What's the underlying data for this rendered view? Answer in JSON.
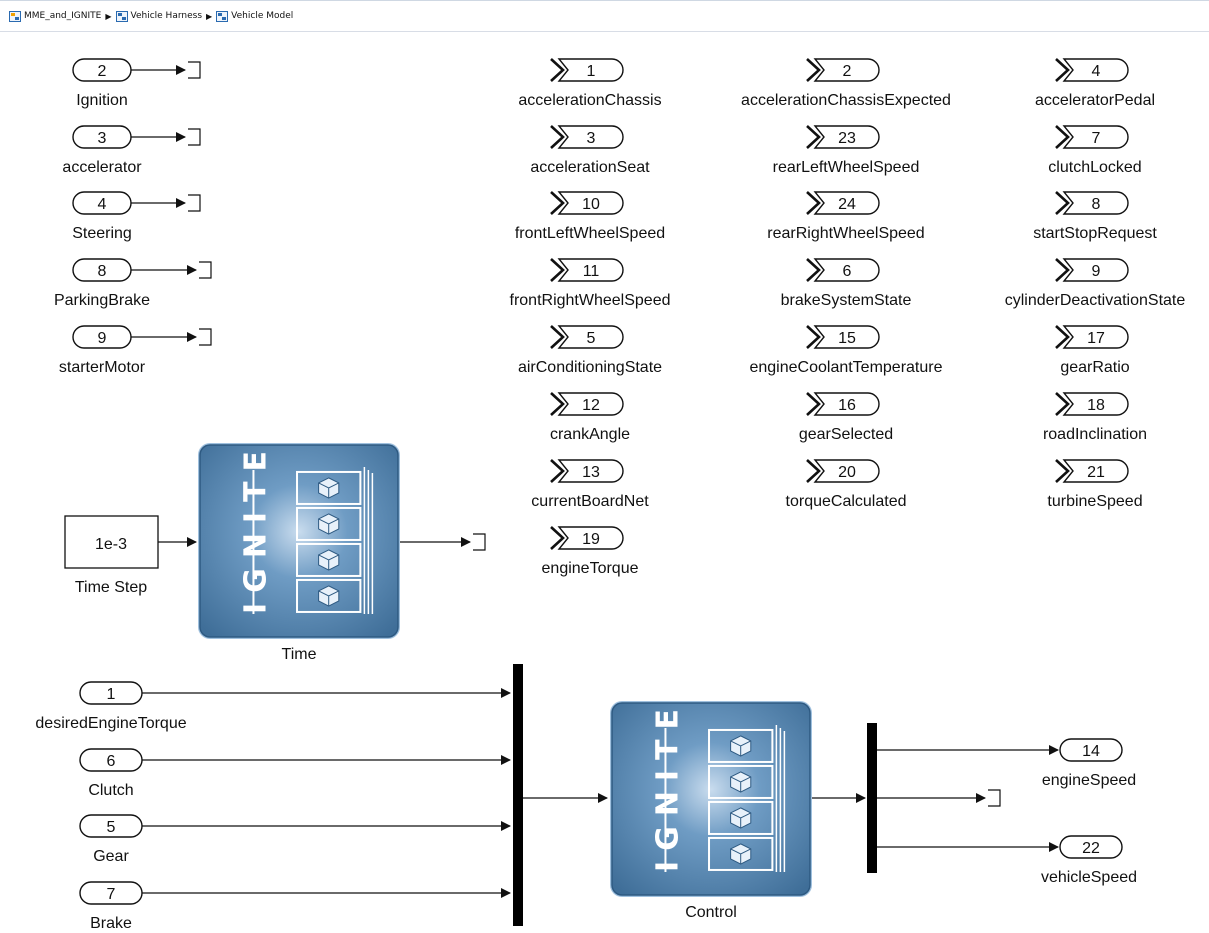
{
  "breadcrumb": [
    "MME_and_IGNITE",
    "Vehicle Harness",
    "Vehicle Model"
  ],
  "inports_top": [
    {
      "num": "2",
      "label": "Ignition"
    },
    {
      "num": "3",
      "label": "accelerator"
    },
    {
      "num": "4",
      "label": "Steering"
    },
    {
      "num": "8",
      "label": "ParkingBrake"
    },
    {
      "num": "9",
      "label": "starterMotor"
    }
  ],
  "outport_columns": [
    [
      {
        "num": "1",
        "label": "accelerationChassis"
      },
      {
        "num": "3",
        "label": "accelerationSeat"
      },
      {
        "num": "10",
        "label": "frontLeftWheelSpeed"
      },
      {
        "num": "11",
        "label": "frontRightWheelSpeed"
      },
      {
        "num": "5",
        "label": "airConditioningState"
      },
      {
        "num": "12",
        "label": "crankAngle"
      },
      {
        "num": "13",
        "label": "currentBoardNet"
      },
      {
        "num": "19",
        "label": "engineTorque"
      }
    ],
    [
      {
        "num": "2",
        "label": "accelerationChassisExpected"
      },
      {
        "num": "23",
        "label": "rearLeftWheelSpeed"
      },
      {
        "num": "24",
        "label": "rearRightWheelSpeed"
      },
      {
        "num": "6",
        "label": "brakeSystemState"
      },
      {
        "num": "15",
        "label": "engineCoolantTemperature"
      },
      {
        "num": "16",
        "label": "gearSelected"
      },
      {
        "num": "20",
        "label": "torqueCalculated"
      }
    ],
    [
      {
        "num": "4",
        "label": "acceleratorPedal"
      },
      {
        "num": "7",
        "label": "clutchLocked"
      },
      {
        "num": "8",
        "label": "startStopRequest"
      },
      {
        "num": "9",
        "label": "cylinderDeactivationState"
      },
      {
        "num": "17",
        "label": "gearRatio"
      },
      {
        "num": "18",
        "label": "roadInclination"
      },
      {
        "num": "21",
        "label": "turbineSpeed"
      }
    ]
  ],
  "time_step": {
    "value": "1e-3",
    "label": "Time Step"
  },
  "time_block": {
    "label": "Time",
    "logo": "IGNITE"
  },
  "control_inports": [
    {
      "num": "1",
      "label": "desiredEngineTorque"
    },
    {
      "num": "6",
      "label": "Clutch"
    },
    {
      "num": "5",
      "label": "Gear"
    },
    {
      "num": "7",
      "label": "Brake"
    }
  ],
  "control_block": {
    "label": "Control",
    "logo": "IGNITE"
  },
  "control_outports": [
    {
      "num": "14",
      "label": "engineSpeed"
    },
    {
      "num": "22",
      "label": "vehicleSpeed"
    }
  ]
}
